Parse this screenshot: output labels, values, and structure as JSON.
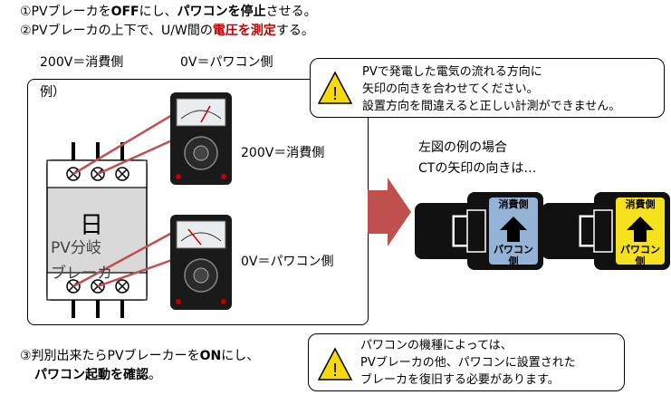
{
  "steps": {
    "step1": {
      "prefix": "①PVブレーカを",
      "b1": "OFF",
      "mid": "にし、",
      "b2": "パワコンを停止",
      "suffix": "させる。"
    },
    "step2": {
      "prefix": "②PVブレーカの上下で、U/W間の",
      "red": "電圧を測定",
      "suffix": "する。"
    },
    "step3": {
      "line1_prefix": "③判別出来たらPVブレーカーを",
      "line1_bold": "ON",
      "line1_suffix": "にし、",
      "line2_bold": "パワコン起動を確認",
      "line2_suffix": "。"
    }
  },
  "top_labels": {
    "left": "200V＝消費側",
    "right": "0V＝パワコン側"
  },
  "example_label": "例）",
  "meter_labels": {
    "top": "200V＝消費側",
    "bottom": "0V＝パワコン側"
  },
  "breaker": {
    "top_char": "日",
    "line1": "PV分岐",
    "line2": "ブレーカ"
  },
  "callout_top": {
    "line1": "PVで発電した電気の流れる方向に",
    "line2": "矢印の向きを合わせてください。",
    "line3": "設置方向を間違えると正しい計測ができません。"
  },
  "callout_bottom": {
    "line1": "パワコンの機種によっては、",
    "line2": "PVブレーカの他、パワコンに設置された",
    "line3": "ブレーカを復旧する必要があります。"
  },
  "right_text": {
    "line1": "左図の例の場合",
    "line2": "CTの矢印の向きは…"
  },
  "ct_labels": {
    "top": "消費側",
    "bottom1": "パワコン",
    "bottom2": "側"
  },
  "warn_symbol": "!",
  "colors": {
    "arrow_red": "#c0504d",
    "ct_blue": "#95b3d7",
    "ct_yellow": "#f5e11d",
    "warn_yellow": "#f5d90a",
    "emphasis_red": "#c00000"
  }
}
